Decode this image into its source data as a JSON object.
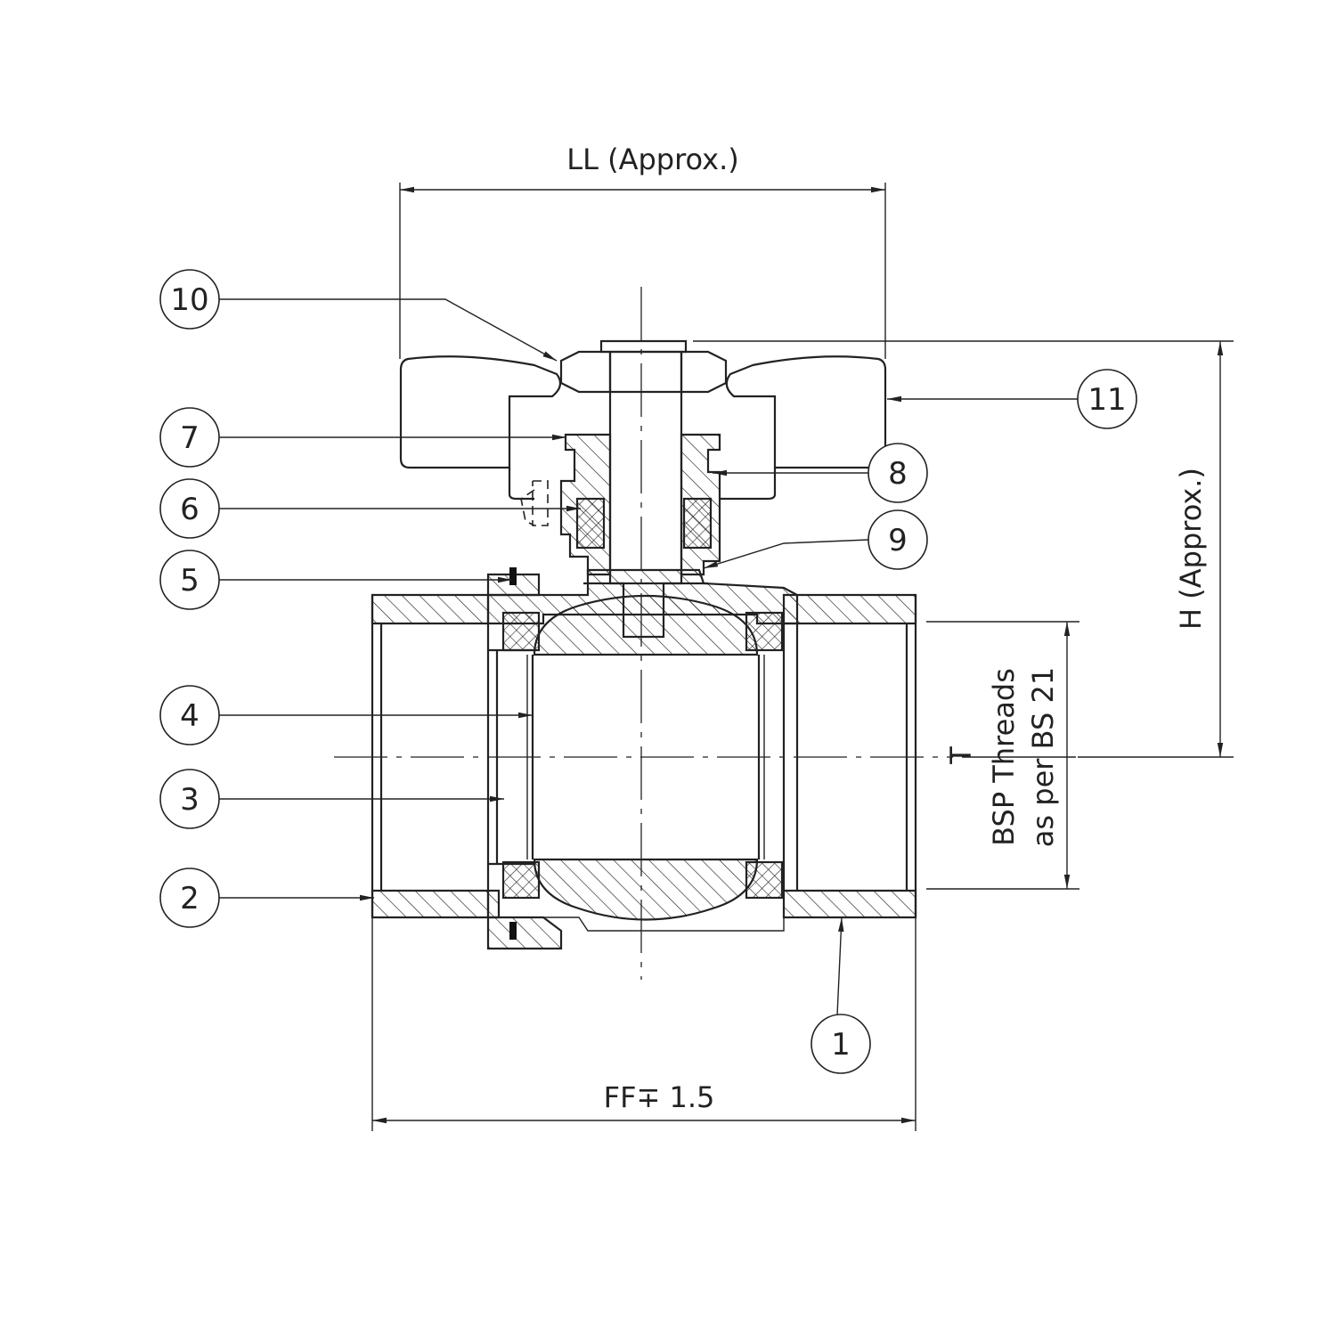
{
  "drawing": {
    "dimensions": {
      "ll": "LL (Approx.)",
      "h": "H (Approx.)",
      "ff": "FF∓ 1.5",
      "t": "T",
      "thread_line1": "BSP Threads",
      "thread_line2": "as per BS 21"
    },
    "callouts": [
      {
        "id": "1",
        "label": "1"
      },
      {
        "id": "2",
        "label": "2"
      },
      {
        "id": "3",
        "label": "3"
      },
      {
        "id": "4",
        "label": "4"
      },
      {
        "id": "5",
        "label": "5"
      },
      {
        "id": "6",
        "label": "6"
      },
      {
        "id": "7",
        "label": "7"
      },
      {
        "id": "8",
        "label": "8"
      },
      {
        "id": "9",
        "label": "9"
      },
      {
        "id": "10",
        "label": "10"
      },
      {
        "id": "11",
        "label": "11"
      }
    ]
  }
}
